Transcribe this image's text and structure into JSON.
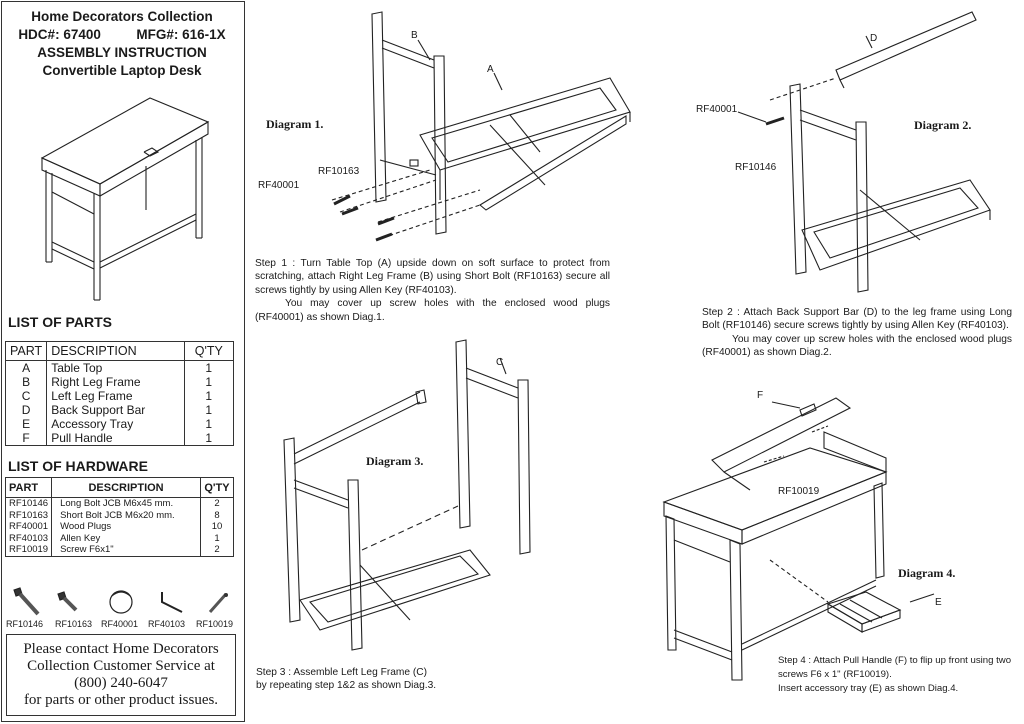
{
  "header": {
    "brand": "Home Decorators Collection",
    "hdc": "HDC#: 67400",
    "mfg": "MFG#: 616-1X",
    "title": "ASSEMBLY INSTRUCTION",
    "product": "Convertible Laptop Desk"
  },
  "parts": {
    "heading": "LIST  OF  PARTS",
    "columns": [
      "PART",
      "DESCRIPTION",
      "Q'TY"
    ],
    "rows": [
      {
        "part": "A",
        "desc": "Table Top",
        "qty": "1"
      },
      {
        "part": "B",
        "desc": "Right Leg Frame",
        "qty": "1"
      },
      {
        "part": "C",
        "desc": "Left Leg Frame",
        "qty": "1"
      },
      {
        "part": "D",
        "desc": "Back Support Bar",
        "qty": "1"
      },
      {
        "part": "E",
        "desc": "Accessory Tray",
        "qty": "1"
      },
      {
        "part": "F",
        "desc": "Pull Handle",
        "qty": "1"
      }
    ]
  },
  "hardware": {
    "heading": "LIST  OF  HARDWARE",
    "columns": [
      "PART",
      "DESCRIPTION",
      "Q'TY"
    ],
    "rows": [
      {
        "part": "RF10146",
        "desc": "Long Bolt JCB M6x45 mm.",
        "qty": "2"
      },
      {
        "part": "RF10163",
        "desc": "Short Bolt JCB M6x20 mm.",
        "qty": "8"
      },
      {
        "part": "RF40001",
        "desc": "Wood Plugs",
        "qty": "10"
      },
      {
        "part": "RF40103",
        "desc": "Allen Key",
        "qty": "1"
      },
      {
        "part": "RF10019",
        "desc": "Screw F6x1\"",
        "qty": "2"
      }
    ],
    "icon_labels": [
      "RF10146",
      "RF10163",
      "RF40001",
      "RF40103",
      "RF10019"
    ]
  },
  "contact": {
    "line1": "Please contact Home Decorators",
    "line2": "Collection Customer Service at",
    "phone": "(800) 240-6047",
    "line4": "for parts or other product issues."
  },
  "diagrams": {
    "d1": {
      "title": "Diagram 1.",
      "labels": {
        "b": "B",
        "a": "A",
        "bolt": "RF10163",
        "plug": "RF40001"
      },
      "step": "Step 1 : Turn Table Top (A) upside down on soft surface to protect from scratching, attach Right Leg Frame (B) using Short Bolt (RF10163) secure all screws tightly by using Allen Key (RF40103).",
      "note": "You may cover up screw holes with the enclosed wood plugs (RF40001) as shown Diag.1."
    },
    "d2": {
      "title": "Diagram 2.",
      "labels": {
        "d": "D",
        "plug": "RF40001",
        "bolt": "RF10146"
      },
      "step": "Step 2 : Attach Back Support Bar (D) to the leg frame using Long Bolt (RF10146) secure screws tightly by using Allen Key (RF40103).",
      "note": "You may cover up screw holes with the enclosed wood plugs (RF40001) as shown Diag.2."
    },
    "d3": {
      "title": "Diagram 3.",
      "labels": {
        "c": "C"
      },
      "step1": "Step 3 : Assemble Left Leg Frame (C)",
      "step2": "by repeating step 1&2 as shown  Diag.3."
    },
    "d4": {
      "title": "Diagram 4.",
      "labels": {
        "f": "F",
        "screw": "RF10019",
        "e": "E"
      },
      "step1": "Step 4 : Attach Pull Handle (F) to flip up front using two",
      "step2": "screws F6 x 1\" (RF10019).",
      "step3": "Insert accessory tray (E) as shown Diag.4."
    }
  }
}
